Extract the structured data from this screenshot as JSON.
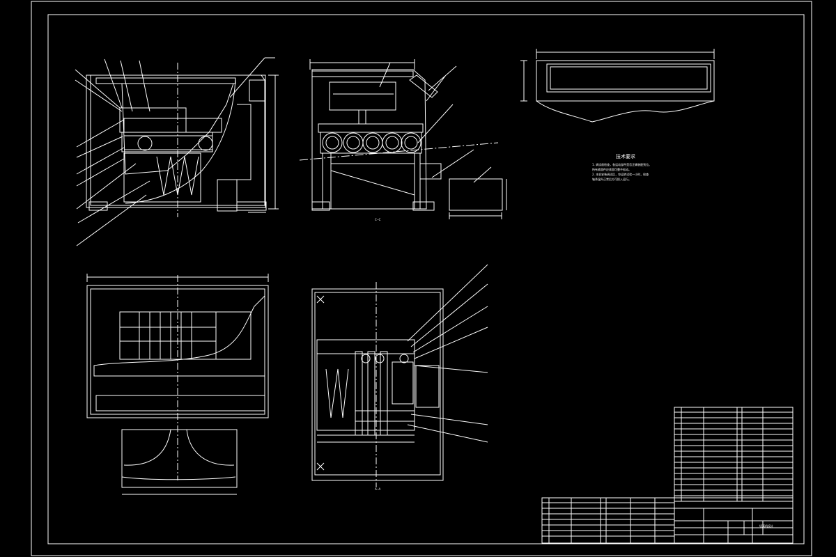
{
  "views": {
    "section_label_cc": "C--C",
    "section_label_aa": "A--A"
  },
  "tech_requirements": {
    "title": "技术要求",
    "line1": "1. 调试前检查，各运动部件是否正确装配到位。",
    "line2": "    所有紧固件应紧固可靠不松动。",
    "line3": "2. 本机安装调试后，空运转试验一小时，检查",
    "line4": "    轴承温升正常后方可投入运行。"
  },
  "title_block": {
    "drawing_name": "切菜机设计"
  },
  "colors": {
    "background": "#000000",
    "lines": "#ffffff",
    "hatching": "#ffffff"
  }
}
